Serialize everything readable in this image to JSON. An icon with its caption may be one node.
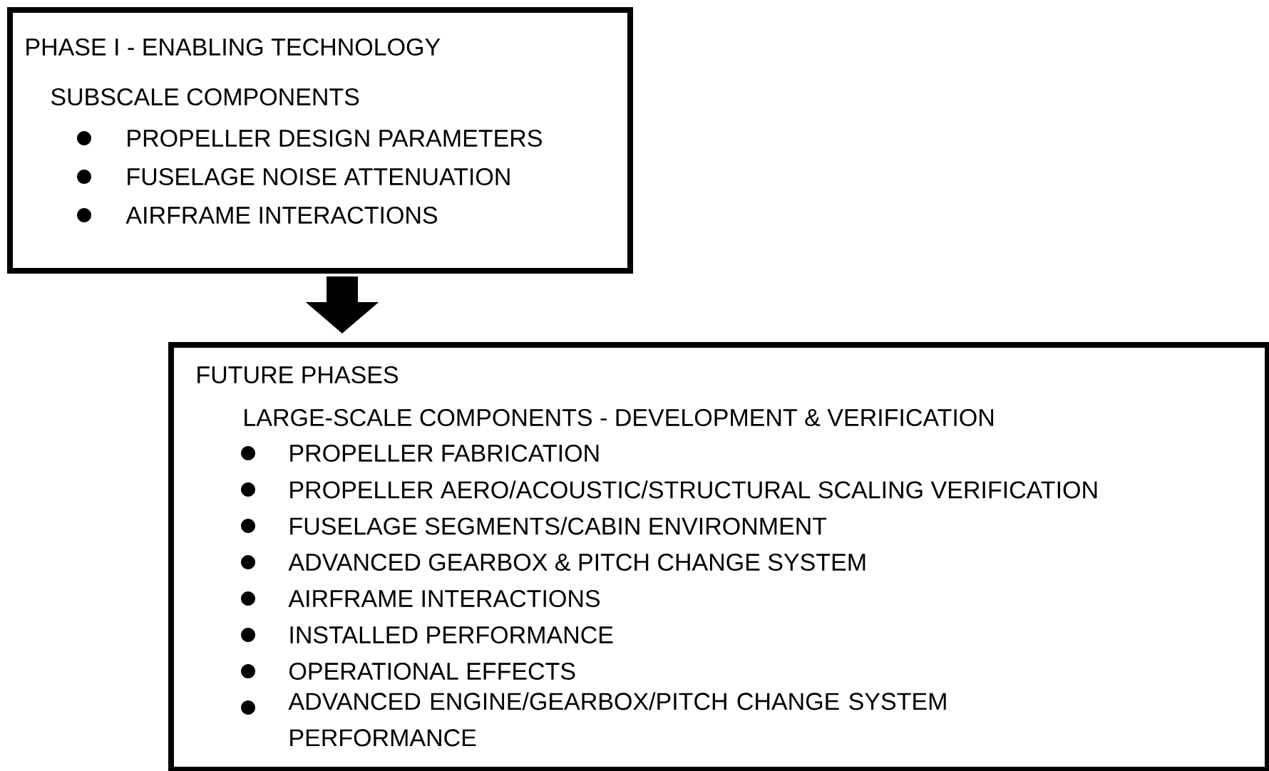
{
  "diagram": {
    "nodes": [
      {
        "text": [
          "PHASE I - ENABLING TECHNOLOGY",
          "SUBSCALE COMPONENTS",
          "PROPELLER DESIGN PARAMETERS",
          "FUSELAGE NOISE ATTENUATION",
          "AIRFRAME INTERACTIONS"
        ]
      },
      {
        "text": [
          "FUTURE PHASES",
          "LARGE-SCALE COMPONENTS - DEVELOPMENT & VERIFICATION",
          "PROPELLER FABRICATION",
          "PROPELLER AERO/ACOUSTIC/STRUCTURAL SCALING VERIFICATION",
          "FUSELAGE SEGMENTS/CABIN ENVIRONMENT",
          "ADVANCED GEARBOX & PITCH CHANGE SYSTEM",
          "AIRFRAME INTERACTIONS",
          "INSTALLED PERFORMANCE",
          "OPERATIONAL EFFECTS",
          "ADVANCED ENGINE/GEARBOX/PITCH CHANGE SYSTEM PERFORMANCE"
        ]
      }
    ],
    "edges": [
      {
        "from": 0,
        "to": 1,
        "arrow": "to"
      }
    ]
  }
}
